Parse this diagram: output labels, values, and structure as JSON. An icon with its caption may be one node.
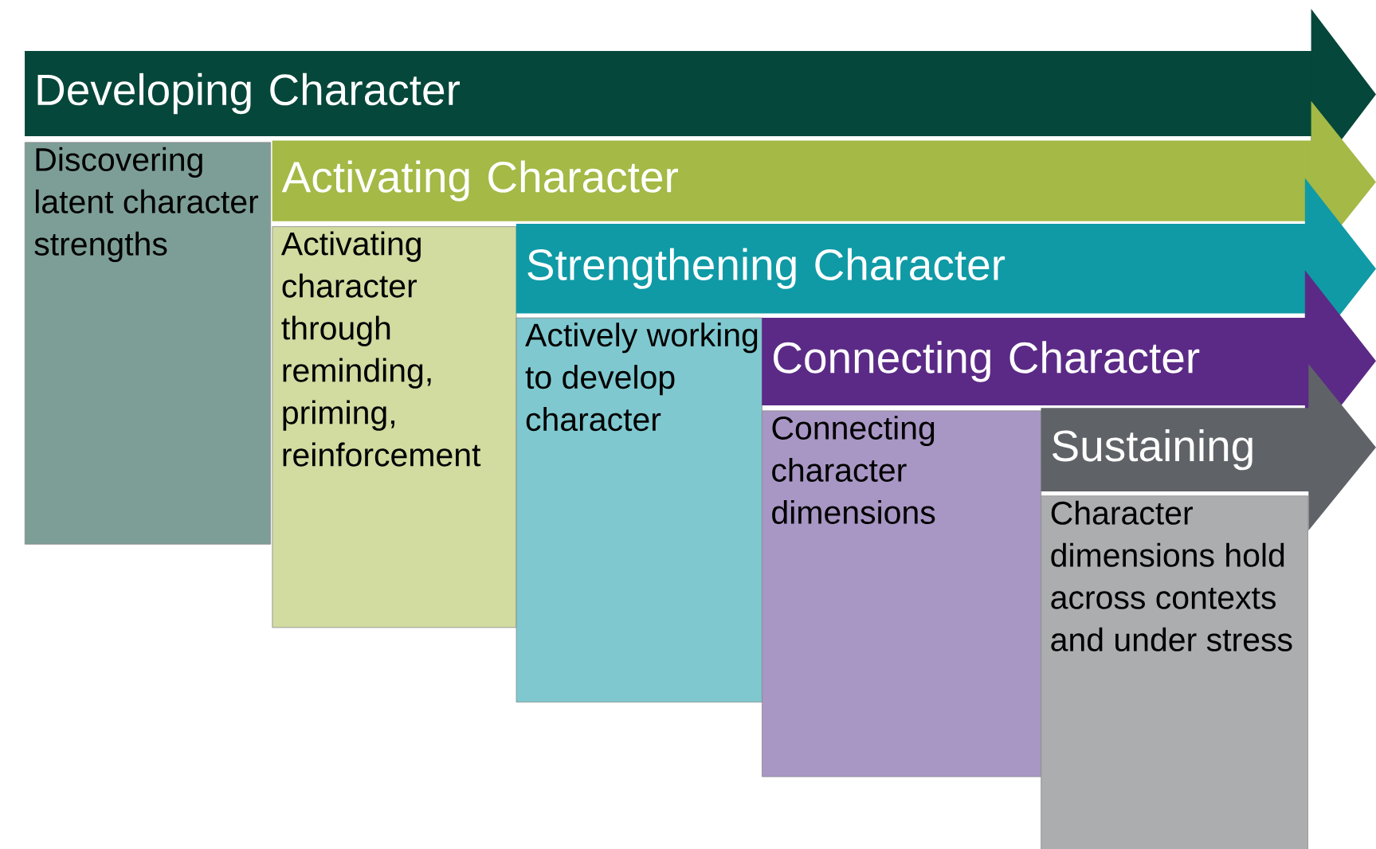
{
  "diagram": {
    "nodes": [
      {
        "text": [
          "Developing Character"
        ]
      },
      {
        "text": [
          "Discovering latent character strengths"
        ]
      },
      {
        "text": [
          "Activating Character"
        ]
      },
      {
        "text": [
          "Activating character through reminding, priming, reinforcement"
        ]
      },
      {
        "text": [
          "Strengthening Character"
        ]
      },
      {
        "text": [
          "Actively working to develop character"
        ]
      },
      {
        "text": [
          "Connecting Character"
        ]
      },
      {
        "text": [
          "Connecting character dimensions"
        ]
      },
      {
        "text": [
          "Sustaining"
        ]
      },
      {
        "text": [
          "Character dimensions hold across contexts and under stress"
        ]
      }
    ]
  }
}
